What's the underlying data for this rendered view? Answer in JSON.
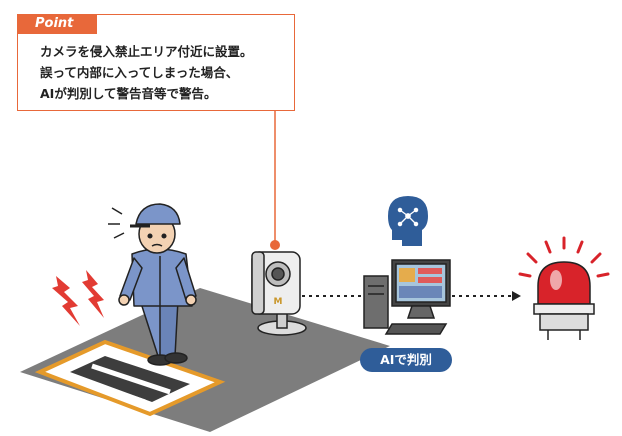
{
  "callout": {
    "tag": "Point",
    "lines": [
      "カメラを侵入禁止エリア付近に設置。",
      "誤って内部に入ってしまった場合、",
      "AIが判別して警告音等で警告。"
    ]
  },
  "ai_label": "AIで判別",
  "colors": {
    "accent": "#e8683a",
    "pill": "#2f5d99",
    "worker_blue": "#7b95c9",
    "siren_red": "#d8232a",
    "hazard_orange": "#f2a030"
  },
  "icons": [
    "lightning-icon",
    "camera-icon",
    "brain-icon",
    "computer-icon",
    "siren-icon"
  ]
}
